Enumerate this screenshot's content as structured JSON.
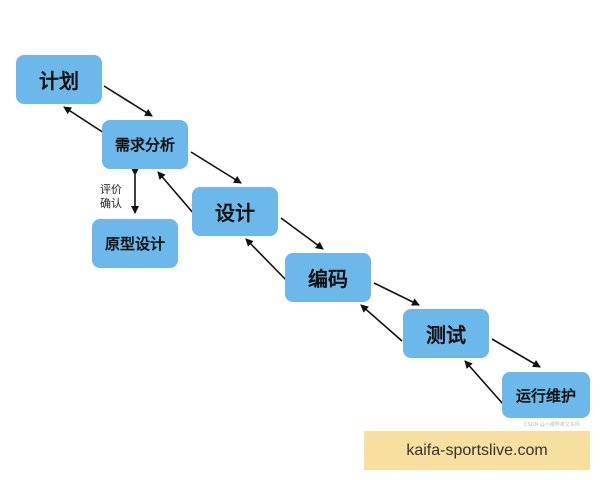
{
  "nodes": {
    "plan": "计划",
    "requirements": "需求分析",
    "prototype": "原型设计",
    "design": "设计",
    "coding": "编码",
    "testing": "测试",
    "maintenance": "运行维护"
  },
  "note": [
    "评价",
    "确认"
  ],
  "watermark_small": "CSDN @小楼昨夜又东风",
  "banner": "kaifa-sportslive.com"
}
